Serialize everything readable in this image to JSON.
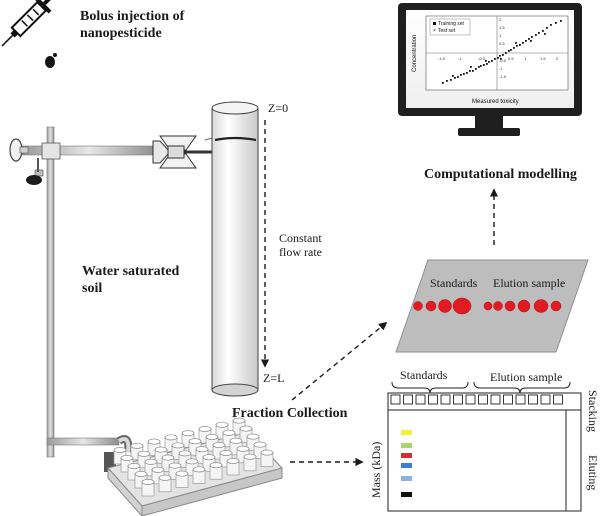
{
  "labels": {
    "bolus_line1": "Bolus injection of",
    "bolus_line2": "nanopesticide",
    "z0": "Z=0",
    "zl": "Z=L",
    "flow_line1": "Constant",
    "flow_line2": "flow rate",
    "soil_line1": "Water saturated",
    "soil_line2": "soil",
    "computational": "Computational modelling",
    "standards_tlc": "Standards",
    "elution_tlc": "Elution sample",
    "fraction": "Fraction Collection",
    "standards_gel": "Standards",
    "elution_gel": "Elution sample",
    "stacking": "Stacking",
    "eluting": "Eluting",
    "mass": "Mass (kDa)"
  },
  "monitor": {
    "legend_training": "Training set",
    "legend_test": "Test set",
    "xlabel": "Measured toxicity",
    "ylabel": "Concentration",
    "x_ticks": [
      "-1.5",
      "-1",
      "-0.5",
      "0.5",
      "1",
      "1.5",
      "2"
    ],
    "y_ticks": [
      "2",
      "1.5",
      "1",
      "0.5",
      "-0.5",
      "-1",
      "-1.5"
    ]
  },
  "ladder_colors": [
    "#f4ef3b",
    "#a9d46a",
    "#d2322a",
    "#3a7fd1",
    "#8fb2dc",
    "#111111"
  ],
  "colors": {
    "spot": "#e21b23",
    "plate": "#b8b8b8",
    "screen_frame": "#1f1f1f"
  }
}
